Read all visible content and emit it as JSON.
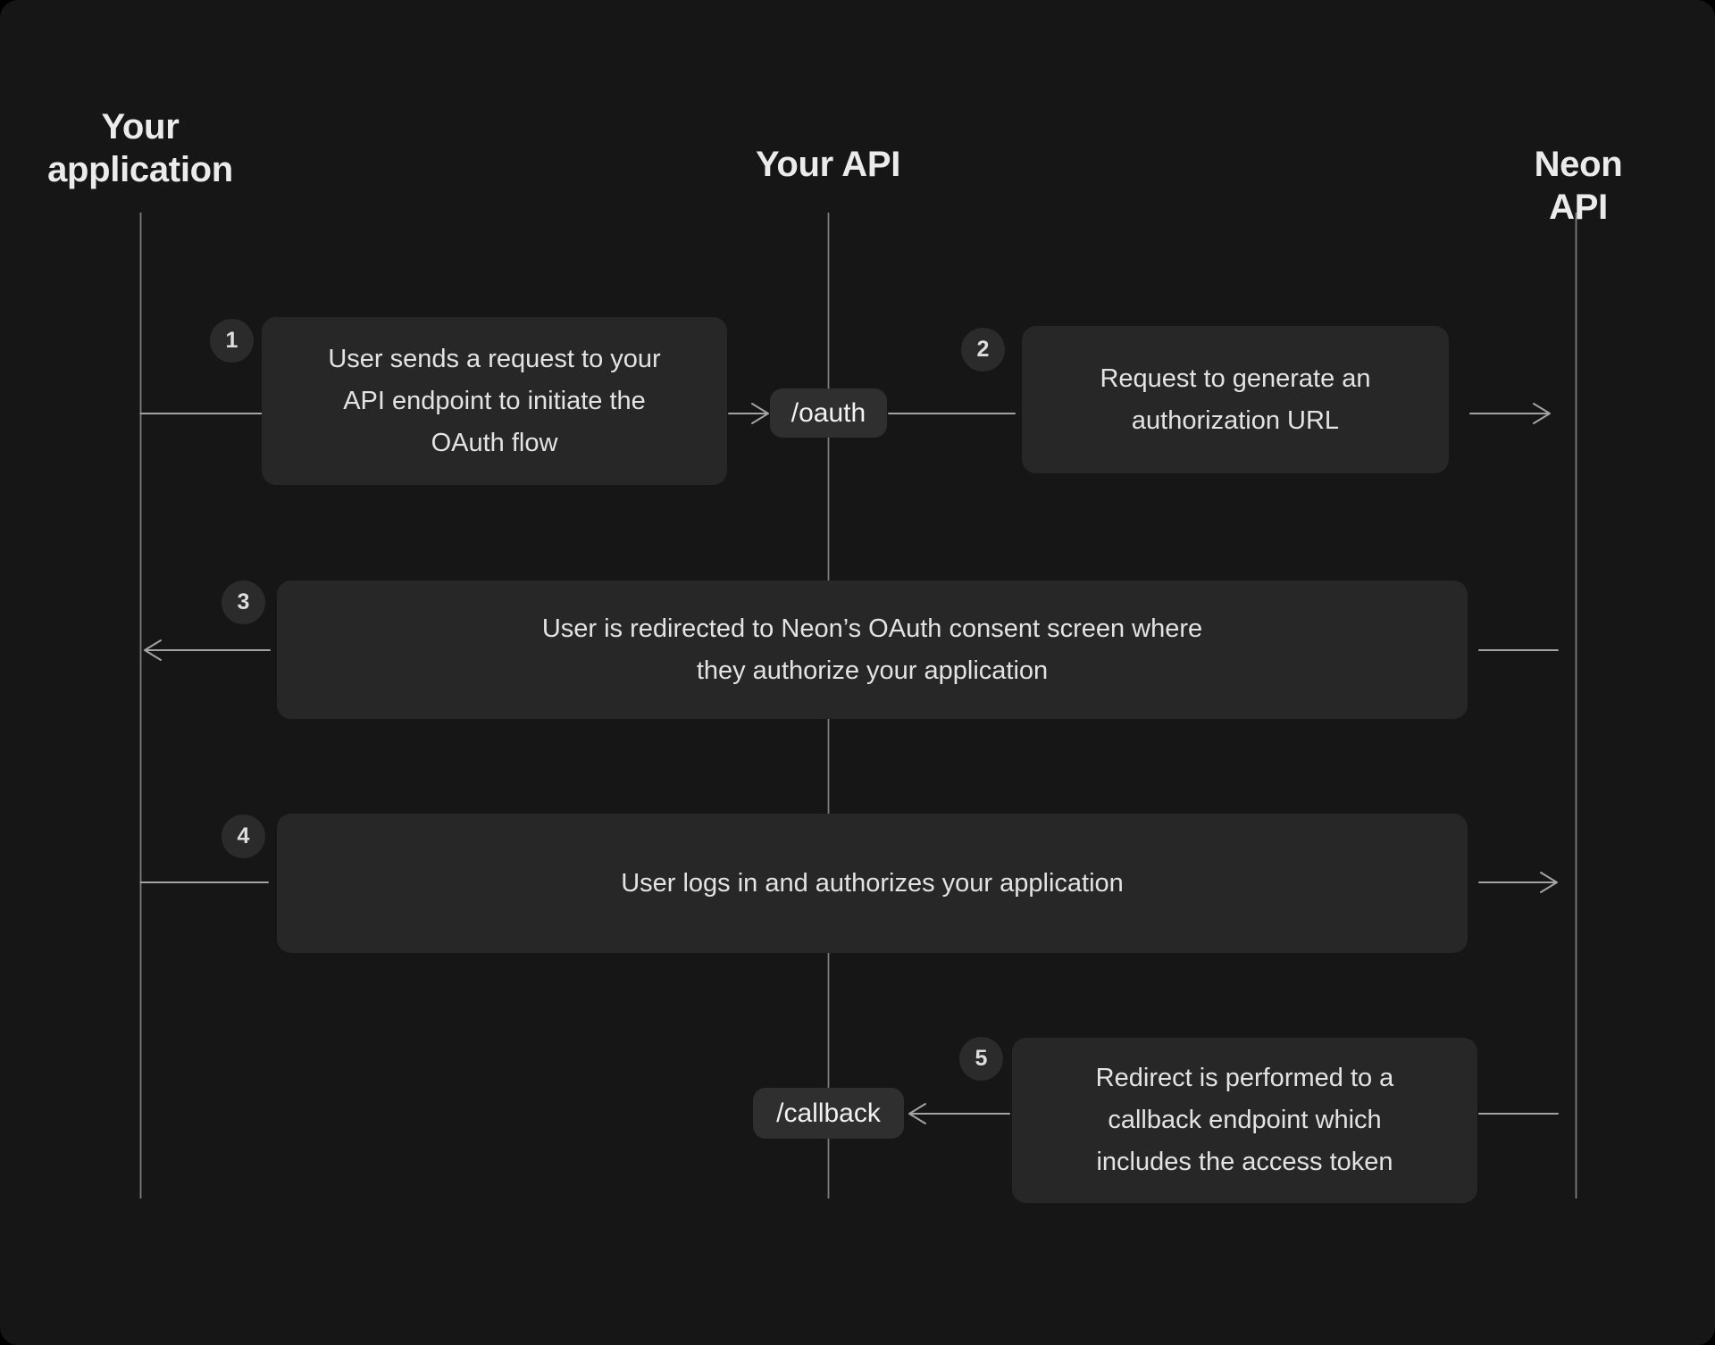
{
  "diagram": {
    "title_context": "OAuth flow sequence diagram",
    "lanes": [
      {
        "label": "Your application"
      },
      {
        "label": "Your API"
      },
      {
        "label": "Neon API"
      }
    ],
    "steps": [
      {
        "number": "1",
        "lines": [
          "User sends a request to your",
          "API endpoint to initiate the",
          "OAuth flow"
        ]
      },
      {
        "number": "2",
        "lines": [
          "Request to generate an",
          "authorization URL"
        ]
      },
      {
        "number": "3",
        "lines": [
          "User is redirected to Neon’s OAuth consent screen where",
          "they authorize your application"
        ]
      },
      {
        "number": "4",
        "lines": [
          "User logs in and authorizes your application"
        ]
      },
      {
        "number": "5",
        "lines": [
          "Redirect is performed to a",
          "callback endpoint which",
          "includes the access token"
        ]
      }
    ],
    "endpoints": [
      {
        "label": "/oauth"
      },
      {
        "label": "/callback"
      }
    ],
    "colors": {
      "background": "#161616",
      "card": "#272727",
      "chip": "#2f2f2f",
      "badge": "#2b2b2b",
      "text": "#e3e3e3",
      "header_text": "#ebebeb",
      "connector": "#a3a3a3",
      "lifeline": "#7d7d7d"
    }
  }
}
